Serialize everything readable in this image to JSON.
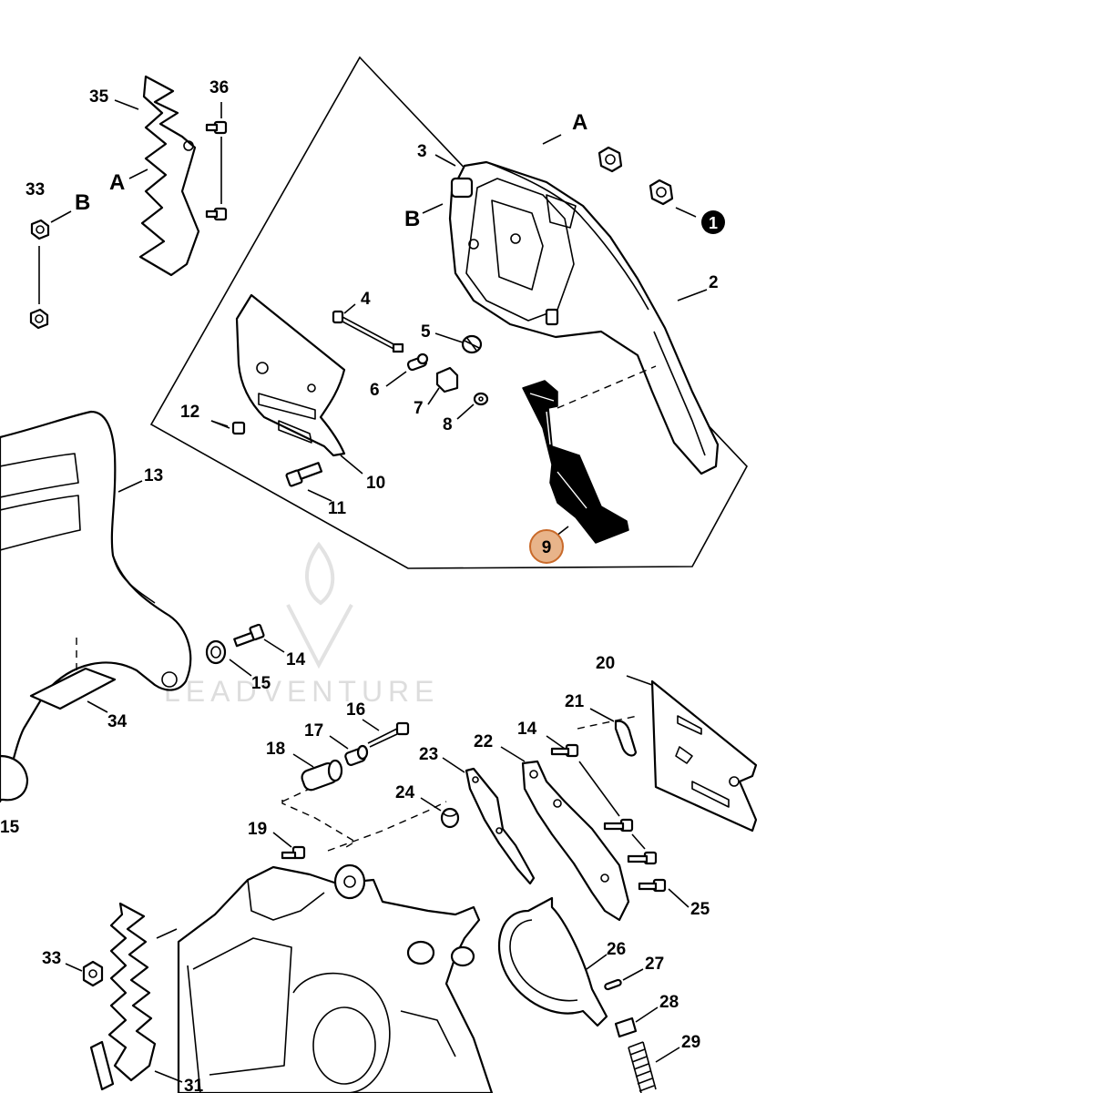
{
  "watermark": {
    "brand": "LEADVENTURE"
  },
  "frame_markers": {
    "front_letter": "A",
    "side_letter": "B",
    "note_symbol": "1"
  },
  "callouts": {
    "c2": "2",
    "c3": "3",
    "c4": "4",
    "c5": "5",
    "c6": "6",
    "c7": "7",
    "c8": "8",
    "c9": "9",
    "c10": "10",
    "c11": "11",
    "c12": "12",
    "c13": "13",
    "c14a": "14",
    "c14b": "14",
    "c15a": "15",
    "c15b": "15",
    "c16": "16",
    "c17": "17",
    "c18": "18",
    "c19": "19",
    "c20": "20",
    "c21": "21",
    "c22": "22",
    "c23": "23",
    "c24": "24",
    "c25": "25",
    "c26": "26",
    "c27": "27",
    "c28": "28",
    "c29": "29",
    "c31": "31",
    "c33a": "33",
    "c33b": "33",
    "c34": "34",
    "c35": "35",
    "c36": "36"
  },
  "letters": {
    "a1": "A",
    "a2": "A",
    "b1": "B",
    "b2": "B"
  },
  "highlight": {
    "part": "9",
    "color": "#e8b48a",
    "border": "#c96a2a"
  }
}
